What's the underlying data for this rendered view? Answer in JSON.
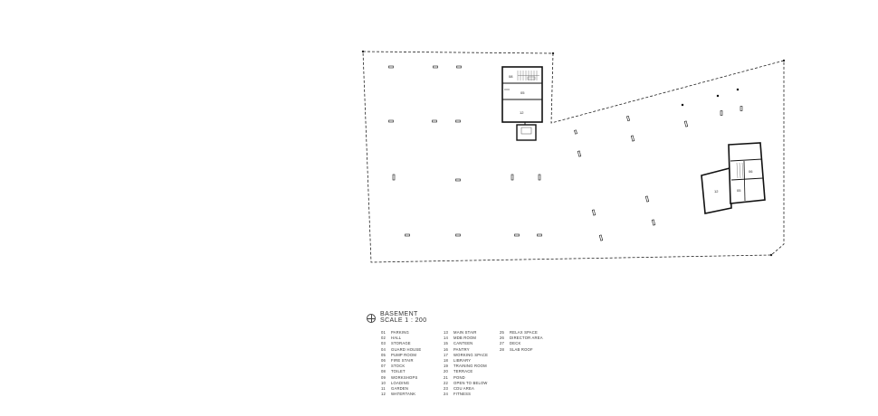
{
  "drawing": {
    "title": "BASEMENT",
    "scale": "SCALE 1 : 200",
    "room_labels": {
      "core_a": [
        "08",
        "05",
        "12"
      ],
      "core_b": [
        "06",
        "12",
        "05"
      ]
    }
  },
  "legend": {
    "columns": [
      [
        {
          "num": "01",
          "label": "PARKING"
        },
        {
          "num": "02",
          "label": "HALL"
        },
        {
          "num": "03",
          "label": "STORAGE"
        },
        {
          "num": "04",
          "label": "GUARD HOUSE"
        },
        {
          "num": "05",
          "label": "PUMP ROOM"
        },
        {
          "num": "06",
          "label": "FIRE STAIR"
        },
        {
          "num": "07",
          "label": "STOCK"
        },
        {
          "num": "08",
          "label": "TOILET"
        },
        {
          "num": "09",
          "label": "WORKSHOPS"
        },
        {
          "num": "10",
          "label": "LOADING"
        },
        {
          "num": "11",
          "label": "GARDEN"
        },
        {
          "num": "12",
          "label": "WATERTANK"
        }
      ],
      [
        {
          "num": "13",
          "label": "MAIN STAIR"
        },
        {
          "num": "14",
          "label": "MDB ROOM"
        },
        {
          "num": "15",
          "label": "CANTEEN"
        },
        {
          "num": "16",
          "label": "PANTRY"
        },
        {
          "num": "17",
          "label": "WORKING SPACE"
        },
        {
          "num": "18",
          "label": "LIBRARY"
        },
        {
          "num": "19",
          "label": "TRAINING ROOM"
        },
        {
          "num": "20",
          "label": "TERRACE"
        },
        {
          "num": "21",
          "label": "POND"
        },
        {
          "num": "22",
          "label": "OPEN TO BELOW"
        },
        {
          "num": "23",
          "label": "CDU AREA"
        },
        {
          "num": "24",
          "label": "FITNESS"
        }
      ],
      [
        {
          "num": "25",
          "label": "RELAX SPACE"
        },
        {
          "num": "26",
          "label": "DIRECTOR AREA"
        },
        {
          "num": "27",
          "label": "DECK"
        },
        {
          "num": "28",
          "label": "SLAB ROOF"
        }
      ]
    ]
  }
}
